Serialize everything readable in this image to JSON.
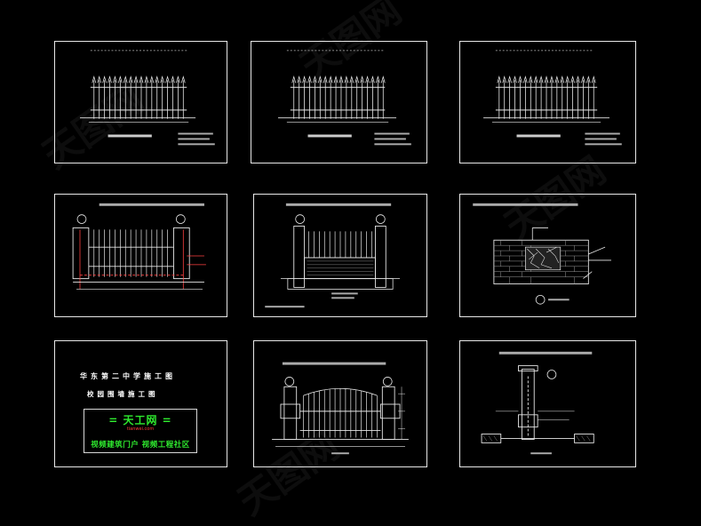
{
  "watermark": {
    "text": "天图网"
  },
  "title_sheet": {
    "line1": "华东第二中学施工图",
    "line2": "校园围墙施工图",
    "brand": "= 天工网 =",
    "url": "tianwei.com",
    "slogan": "视频建筑门户 视频工程社区"
  },
  "colors": {
    "line": "#e8e8e8",
    "brand_green": "#2ee82e",
    "brand_red": "#ff3b3b",
    "dim_red": "#ff4040"
  }
}
